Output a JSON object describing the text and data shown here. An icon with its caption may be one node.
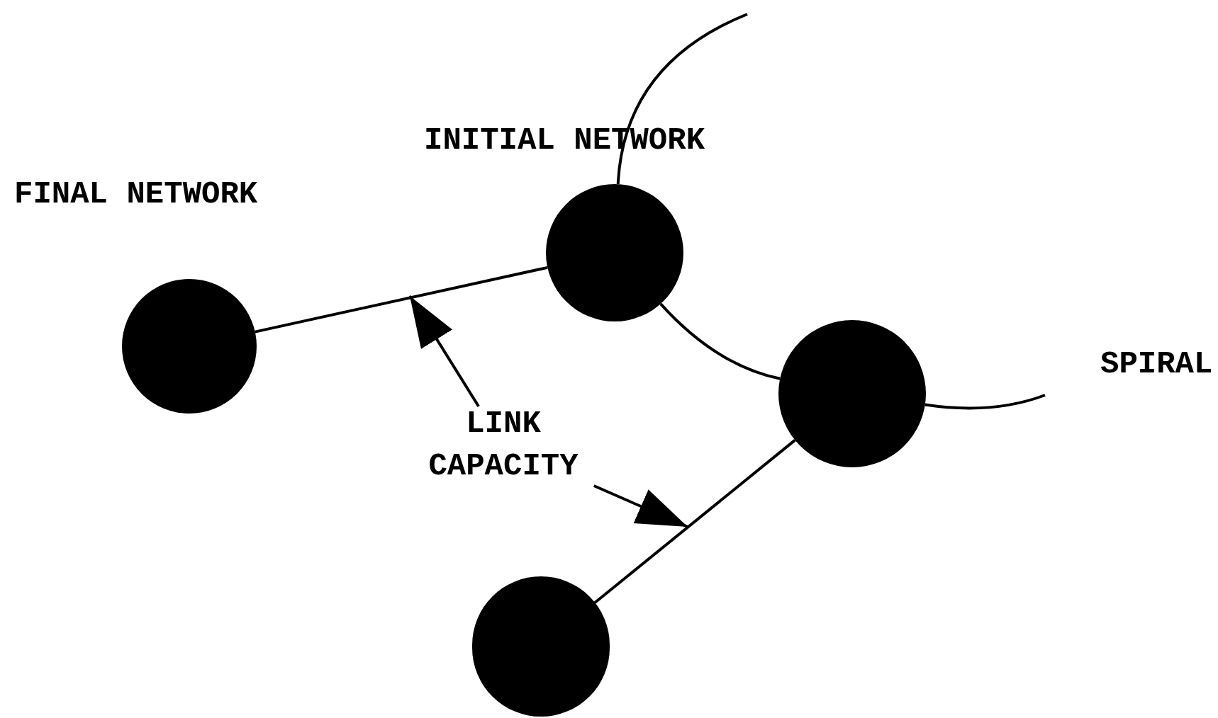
{
  "diagram": {
    "nodes": [
      {
        "text": [],
        "shape": "circle",
        "beside": [
          "FINAL NETWORK"
        ]
      },
      {
        "text": [],
        "shape": "circle",
        "beside": [
          "INITIAL NETWORK"
        ]
      },
      {
        "text": [],
        "shape": "circle"
      },
      {
        "text": [],
        "shape": "circle"
      },
      {
        "text": [
          "LINK CAPACITY"
        ]
      }
    ],
    "edges": [
      {
        "from": 0,
        "to": 1,
        "arrow": "none"
      },
      {
        "from": 1,
        "to": 2,
        "arrow": "none"
      },
      {
        "from": 2,
        "to": 3,
        "arrow": "none"
      },
      {
        "from": 1,
        "to": null,
        "arrow": "none"
      },
      {
        "from": 2,
        "to": null,
        "arrow": "none"
      },
      {
        "from": 4,
        "to": null,
        "arrow": "to"
      },
      {
        "from": 4,
        "to": null,
        "arrow": "to"
      }
    ],
    "labels": [
      "SPIRAL"
    ]
  }
}
